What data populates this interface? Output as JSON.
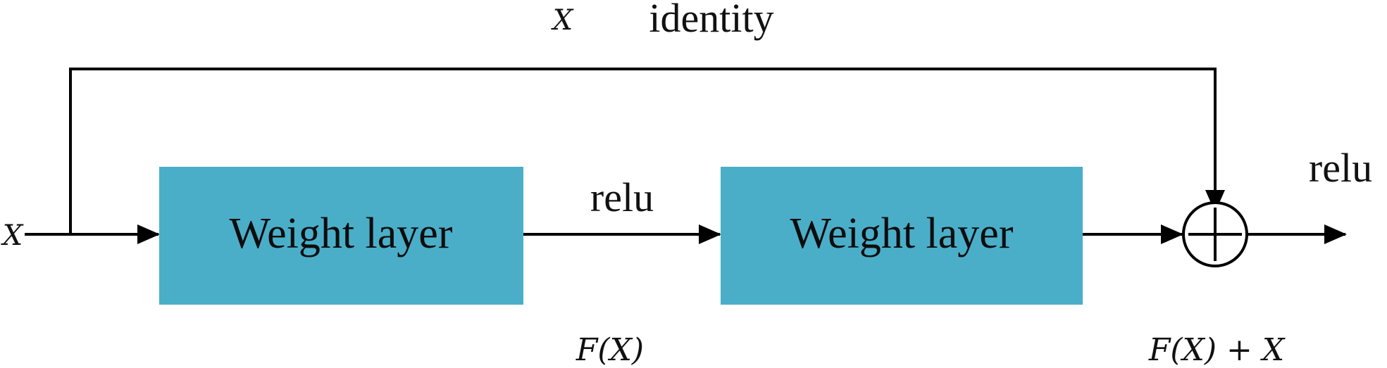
{
  "diagram": {
    "input_label": "X",
    "identity_x_label": "X",
    "identity_label": "identity",
    "block1_label": "Weight layer",
    "block2_label": "Weight layer",
    "relu_mid_label": "relu",
    "relu_out_label": "relu",
    "fx_label": "F(X)",
    "sum_label": "F(X) + X",
    "colors": {
      "block_fill": "#4aaec9",
      "line": "#000000"
    }
  }
}
